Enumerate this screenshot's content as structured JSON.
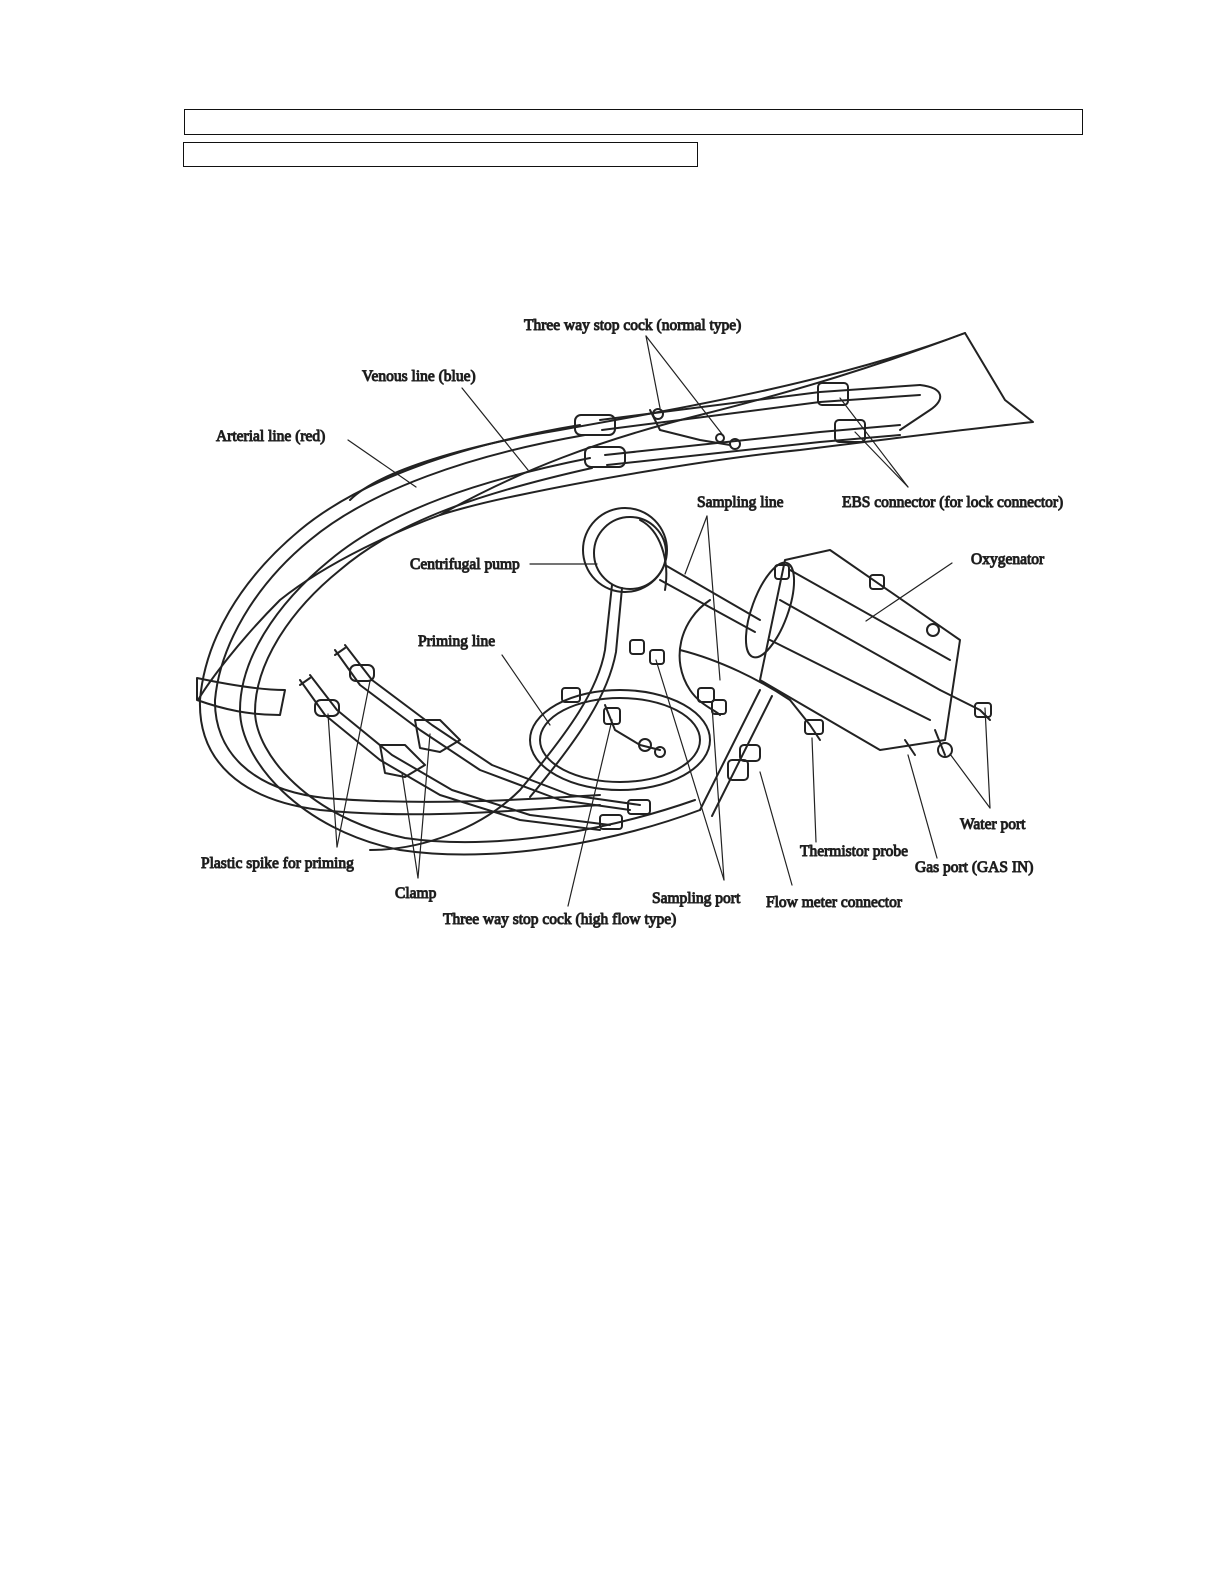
{
  "figure": {
    "labels": {
      "three_way_normal": "Three way stop cock (normal type)",
      "venous_line": "Venous line (blue)",
      "arterial_line": "Arterial line (red)",
      "sampling_line": "Sampling line",
      "ebs_connector": "EBS connector (for lock connector)",
      "centrifugal_pump": "Centrifugal pump",
      "oxygenator": "Oxygenator",
      "priming_line": "Priming line",
      "water_port": "Water port",
      "thermistor_probe": "Thermistor probe",
      "gas_port": "Gas port (GAS IN)",
      "plastic_spike": "Plastic spike for priming",
      "clamp": "Clamp",
      "sampling_port": "Sampling port",
      "flow_meter_connector": "Flow meter connector",
      "three_way_high": "Three way stop cock (high flow type)"
    }
  }
}
